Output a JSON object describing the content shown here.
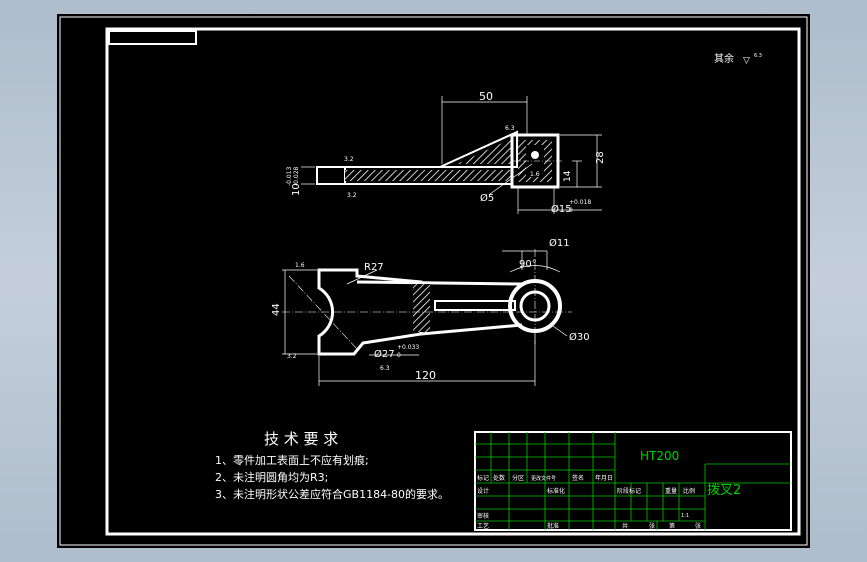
{
  "drawing": {
    "surface_roughness_note": "其余",
    "roughness_symbol": "▽",
    "roughness_value": "6.3"
  },
  "top_view": {
    "dim_50": "50",
    "dim_28": "28",
    "dim_14": "14",
    "dim_10": "10",
    "tol_10_upper": "-0.013",
    "tol_10_lower": "-0.028",
    "dim_phi5": "Ø5",
    "dim_phi15": "Ø15",
    "tol_phi15_upper": "+0.018",
    "tol_phi15_lower": "0",
    "rough_a": "3.2",
    "rough_b": "3.2",
    "rough_c": "6.3",
    "rough_d": "1.6"
  },
  "front_view": {
    "dim_phi11": "Ø11",
    "dim_90": "90°",
    "dim_r27": "R27",
    "dim_44": "44",
    "dim_phi30": "Ø30",
    "dim_phi27": "Ø27",
    "tol_phi27_upper": "+0.033",
    "tol_phi27_lower": "0",
    "dim_120": "120",
    "rough_left": "1.6",
    "rough_bottom_left": "3.2",
    "rough_bottom": "6.3"
  },
  "tech_requirements": {
    "title": "技 术 要 求",
    "items": [
      "1、零件加工表面上不应有划痕;",
      "2、未注明圆角均为R3;",
      "3、未注明形状公差应符合GB1184-80的要求。"
    ]
  },
  "title_block": {
    "material": "HT200",
    "part_name": "拨叉2",
    "scale": "1:1",
    "header_cells": [
      "标记",
      "处数",
      "分区",
      "更改文件号",
      "签名",
      "年月日"
    ],
    "left_labels": [
      "设计",
      "审核",
      "工艺"
    ],
    "mid_labels": [
      "标准化",
      "",
      "批准"
    ],
    "stage_labels": [
      "阶段标记",
      "重量",
      "比例"
    ],
    "sheet_labels": [
      "共",
      "张",
      "第",
      "张"
    ]
  }
}
